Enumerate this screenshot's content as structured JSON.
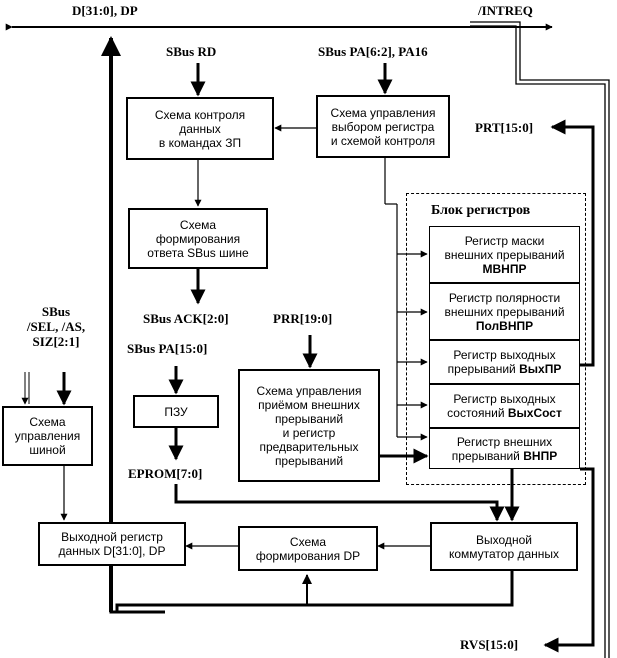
{
  "signals": {
    "data_bus": "D[31:0], DP",
    "intreq": "/INTREQ",
    "sbus_rd": "SBus RD",
    "sbus_pa_sel": "SBus PA[6:2], PA16",
    "sbus_ctrl": "SBus\n/SEL, /AS,\nSIZ[2:1]",
    "sbus_ack": "SBus ACK[2:0]",
    "sbus_pa_rom": "SBus PA[15:0]",
    "prr": "PRR[19:0]",
    "eprom": "EPROM[7:0]",
    "prt": "PRT[15:0]",
    "rvs": "RVS[15:0]"
  },
  "blocks": {
    "data_control": "Схема контроля\nданных\nв командах ЗП",
    "register_select": "Схема управления\nвыбором регистра\nи схемой контроля",
    "sbus_response": "Схема\nформирования\nответа SBus шине",
    "bus_control": "Схема\nуправления\nшиной",
    "rom": "ПЗУ",
    "external_int_receive": "Схема управления\nприёмом внешних\nпрерываний\nи регистр\nпредварительных\nпрерываний",
    "output_data_register": "Выходной регистр\nданных D[31:0], DP",
    "dp_former": "Схема\nформирования DP",
    "output_mux": "Выходной\nкоммутатор данных"
  },
  "register_block": {
    "title": "Блок регистров",
    "registers": [
      {
        "line1": "Регистр маски",
        "line2": "внешних прерываний",
        "abbr": "МВНПР"
      },
      {
        "line1": "Регистр полярности",
        "line2": "внешних прерываний",
        "abbr": "ПолВНПР"
      },
      {
        "line1": "Регистр выходных",
        "line2": "прерываний",
        "abbr": "ВыхПР"
      },
      {
        "line1": "Регистр выходных",
        "line2": "состояний",
        "abbr": "ВыхСост"
      },
      {
        "line1": "Регистр внешних",
        "line2": "прерываний",
        "abbr": "ВНПР"
      }
    ]
  }
}
